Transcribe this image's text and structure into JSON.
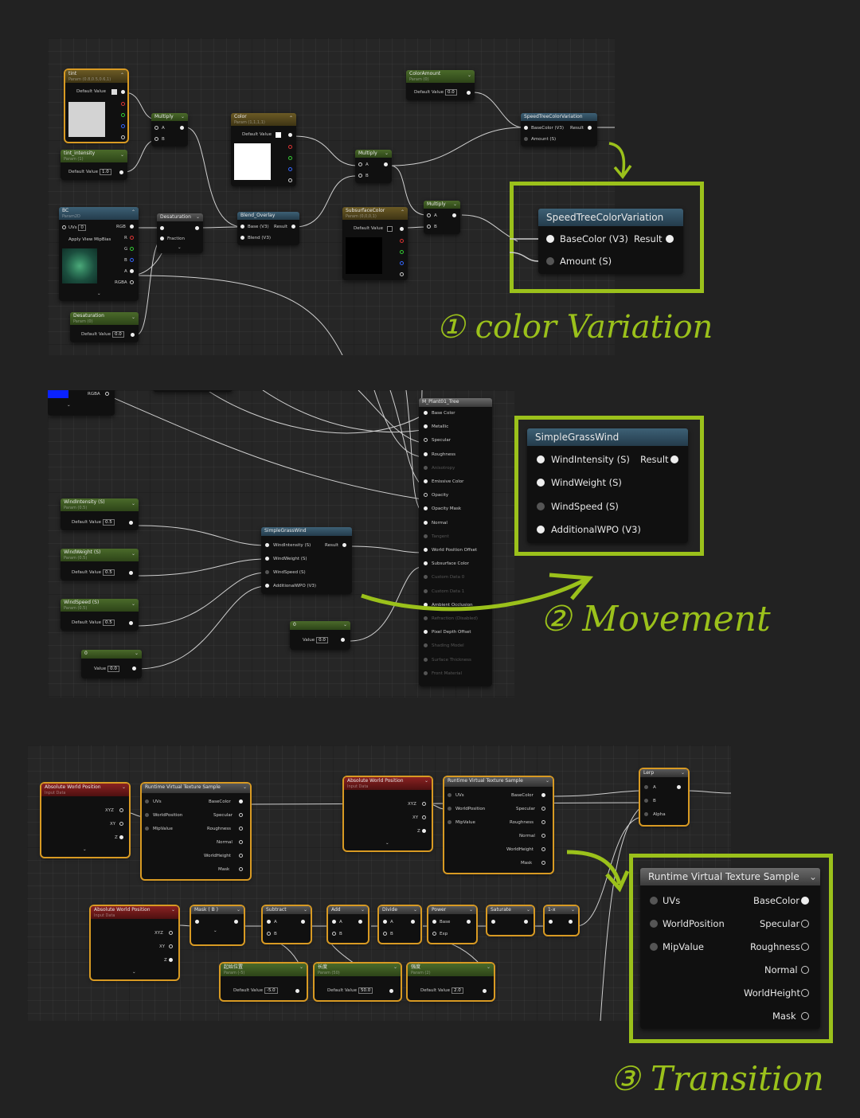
{
  "panel1": {
    "nodes": {
      "tint": {
        "title": "tint",
        "subtitle": "Param (0.8,0.5,0.6,1)",
        "default_label": "Default Value"
      },
      "tint_intensity": {
        "title": "tint_intensity",
        "subtitle": "Param (1)",
        "default_label": "Default Value",
        "value": "1.0"
      },
      "multiply1": {
        "title": "Multiply",
        "pins": [
          "A",
          "B"
        ]
      },
      "color": {
        "title": "Color",
        "subtitle": "Param (1,1,1,1)",
        "default_label": "Default Value"
      },
      "color_amount": {
        "title": "ColorAmount",
        "subtitle": "Param (0)",
        "default_label": "Default Value",
        "value": "0.0"
      },
      "stcv_small": {
        "title": "SpeedTreeColorVariation",
        "pin1": "BaseColor (V3)",
        "pin2": "Amount (S)",
        "result": "Result"
      },
      "bc": {
        "title": "BC",
        "subtitle": "Param2D",
        "uvs": "UVs",
        "uvs_value": "0",
        "mip": "Apply View MipBias",
        "outputs": [
          "RGB",
          "R",
          "G",
          "B",
          "A",
          "RGBA"
        ]
      },
      "desaturation": {
        "title": "Desaturation",
        "fraction": "Fraction"
      },
      "blend_overlay": {
        "title": "Blend_Overlay",
        "pin1": "Base (V3)",
        "pin2": "Blend (V3)",
        "result": "Result"
      },
      "multiply2": {
        "title": "Multiply",
        "pins": [
          "A",
          "B"
        ]
      },
      "subsurface": {
        "title": "SubsurfaceColor",
        "subtitle": "Param (0,0,0,1)",
        "default_label": "Default Value"
      },
      "multiply3": {
        "title": "Multiply",
        "pins": [
          "A",
          "B"
        ]
      },
      "desat_param": {
        "title": "Desaturation",
        "subtitle": "Param (0)",
        "default_label": "Default Value",
        "value": "0.0"
      }
    },
    "zoom": {
      "title": "SpeedTreeColorVariation",
      "pin1": "BaseColor (V3)",
      "pin2": "Amount (S)",
      "result": "Result"
    },
    "annotation": "① color Variation",
    "accent": "#9bc11b"
  },
  "panel2": {
    "rgba_label": "RGBA",
    "params": [
      {
        "title": "WindIntensity (S)",
        "subtitle": "Param (0.5)",
        "default_label": "Default Value",
        "value": "0.5"
      },
      {
        "title": "WindWeight (S)",
        "subtitle": "Param (0.5)",
        "default_label": "Default Value",
        "value": "0.5"
      },
      {
        "title": "WindSpeed (S)",
        "subtitle": "Param (0.5)",
        "default_label": "Default Value",
        "value": "0.5"
      }
    ],
    "const0": {
      "title": "0",
      "label": "Value",
      "value": "0.0"
    },
    "const0b": {
      "title": "0",
      "label": "Value",
      "value": "0.0"
    },
    "sgw_small": {
      "title": "SimpleGrassWind",
      "pins": [
        "WindIntensity (S)",
        "WindWeight (S)",
        "WindSpeed (S)",
        "AdditionalWPO (V3)"
      ],
      "result": "Result"
    },
    "material": {
      "title": "M_Plant01_Tree",
      "pins": [
        "Base Color",
        "Metallic",
        "Specular",
        "Roughness",
        "Anisotropy",
        "Emissive Color",
        "Opacity",
        "Opacity Mask",
        "Normal",
        "Tangent",
        "World Position Offset",
        "Subsurface Color",
        "Custom Data 0",
        "Custom Data 1",
        "Ambient Occlusion",
        "Refraction (Disabled)",
        "Pixel Depth Offset",
        "Shading Model",
        "Surface Thickness",
        "Front Material"
      ]
    },
    "zoom": {
      "title": "SimpleGrassWind",
      "pins": [
        "WindIntensity (S)",
        "WindWeight (S)",
        "WindSpeed (S)",
        "AdditionalWPO (V3)"
      ],
      "result": "Result"
    },
    "annotation": "② Movement"
  },
  "panel3": {
    "awp1": {
      "title": "Absolute World Position",
      "subtitle": "Input Data",
      "outs": [
        "XYZ",
        "XY",
        "Z"
      ]
    },
    "rvt1": {
      "title": "Runtime Virtual Texture Sample",
      "ins": [
        "UVs",
        "WorldPosition",
        "MipValue"
      ],
      "outs": [
        "BaseColor",
        "Specular",
        "Roughness",
        "Normal",
        "WorldHeight",
        "Mask"
      ]
    },
    "awp2": {
      "title": "Absolute World Position",
      "subtitle": "Input Data",
      "outs": [
        "XYZ",
        "XY",
        "Z"
      ]
    },
    "rvt2": {
      "title": "Runtime Virtual Texture Sample",
      "ins": [
        "UVs",
        "WorldPosition",
        "MipValue"
      ],
      "outs": [
        "BaseColor",
        "Specular",
        "Roughness",
        "Normal",
        "WorldHeight",
        "Mask"
      ]
    },
    "lerp": {
      "title": "Lerp",
      "pins": [
        "A",
        "B",
        "Alpha"
      ]
    },
    "awp3": {
      "title": "Absolute World Position",
      "subtitle": "Input Data",
      "outs": [
        "XYZ",
        "XY",
        "Z"
      ]
    },
    "mask": {
      "title": "Mask ( B )"
    },
    "subtract": {
      "title": "Subtract",
      "pins": [
        "A",
        "B"
      ]
    },
    "add": {
      "title": "Add",
      "pins": [
        "A",
        "B"
      ]
    },
    "divide": {
      "title": "Divide",
      "pins": [
        "A",
        "B"
      ]
    },
    "power": {
      "title": "Power",
      "pins": [
        "Base",
        "Exp"
      ]
    },
    "saturate": {
      "title": "Saturate"
    },
    "oneminus": {
      "title": "1-x"
    },
    "p_start": {
      "title": "起始位置",
      "subtitle": "Param (-5)",
      "default_label": "Default Value",
      "value": "-5.0"
    },
    "p_length": {
      "title": "长度",
      "subtitle": "Param (50)",
      "default_label": "Default Value",
      "value": "50.0"
    },
    "p_strength": {
      "title": "强度",
      "subtitle": "Param (2)",
      "default_label": "Default Value",
      "value": "2.0"
    },
    "zoom": {
      "title": "Runtime Virtual Texture Sample",
      "ins": [
        "UVs",
        "WorldPosition",
        "MipValue"
      ],
      "outs": [
        "BaseColor",
        "Specular",
        "Roughness",
        "Normal",
        "WorldHeight",
        "Mask"
      ]
    },
    "annotation": "③ Transition"
  }
}
